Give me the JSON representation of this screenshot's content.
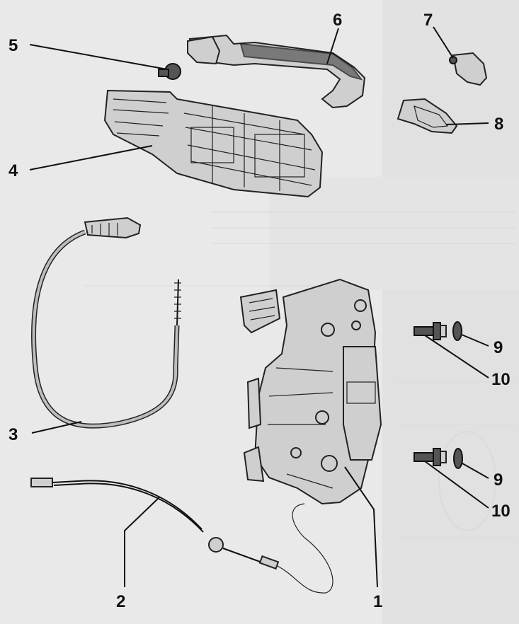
{
  "labels": {
    "l1": "1",
    "l2": "2",
    "l3": "3",
    "l4": "4",
    "l5": "5",
    "l6": "6",
    "l7": "7",
    "l8": "8",
    "l9a": "9",
    "l9b": "9",
    "l10a": "10",
    "l10b": "10"
  }
}
